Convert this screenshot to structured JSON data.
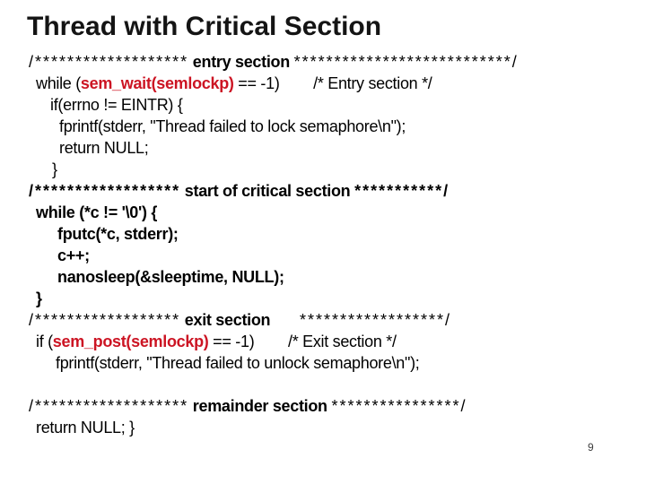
{
  "title": "Thread with Critical Section",
  "page_number": "9",
  "colors": {
    "background": "#ffffff",
    "text": "#000000",
    "accent_red": "#cc1423",
    "page_number_color": "#3c3c3c"
  },
  "code_lines": [
    {
      "indent": 0,
      "segments": [
        {
          "s": "s",
          "t": "/*******************"
        },
        {
          "s": "b",
          "t": " entry section "
        },
        {
          "s": "s",
          "t": "***************************/"
        }
      ]
    },
    {
      "indent": 8,
      "segments": [
        {
          "s": "n",
          "t": "while ("
        },
        {
          "s": "r",
          "t": "sem_wait(semlockp)"
        },
        {
          "s": "n",
          "t": " == -1)        /* Entry section */"
        }
      ]
    },
    {
      "indent": 24,
      "segments": [
        {
          "s": "n",
          "t": "if(errno != EINTR) {"
        }
      ]
    },
    {
      "indent": 34,
      "segments": [
        {
          "s": "n",
          "t": "fprintf(stderr, \"Thread failed to lock semaphore\\n\");"
        }
      ]
    },
    {
      "indent": 34,
      "segments": [
        {
          "s": "n",
          "t": "return NULL;"
        }
      ]
    },
    {
      "indent": 26,
      "segments": [
        {
          "s": "n",
          "t": "}"
        }
      ]
    },
    {
      "indent": 0,
      "segments": [
        {
          "s": "bs",
          "t": "/******************"
        },
        {
          "s": "b",
          "t": " start of critical section "
        },
        {
          "s": "bs",
          "t": "***********/"
        }
      ]
    },
    {
      "indent": 8,
      "segments": [
        {
          "s": "b",
          "t": "while (*c != '\\0') {"
        }
      ]
    },
    {
      "indent": 32,
      "segments": [
        {
          "s": "b",
          "t": "fputc(*c, stderr);"
        }
      ]
    },
    {
      "indent": 32,
      "segments": [
        {
          "s": "b",
          "t": "c++;"
        }
      ]
    },
    {
      "indent": 32,
      "segments": [
        {
          "s": "b",
          "t": "nanosleep(&sleeptime, NULL);"
        }
      ]
    },
    {
      "indent": 8,
      "segments": [
        {
          "s": "b",
          "t": "}"
        }
      ]
    },
    {
      "indent": 0,
      "segments": [
        {
          "s": "s",
          "t": "/******************"
        },
        {
          "s": "b",
          "t": " exit section "
        },
        {
          "s": "s",
          "t": "    ******************/"
        }
      ]
    },
    {
      "indent": 8,
      "segments": [
        {
          "s": "n",
          "t": "if ("
        },
        {
          "s": "r",
          "t": "sem_post(semlockp)"
        },
        {
          "s": "n",
          "t": " == -1)        /* Exit section */"
        }
      ]
    },
    {
      "indent": 30,
      "segments": [
        {
          "s": "n",
          "t": "fprintf(stderr, \"Thread failed to unlock semaphore\\n\");"
        }
      ]
    },
    {
      "indent": 0,
      "segments": []
    },
    {
      "indent": 0,
      "segments": [
        {
          "s": "s",
          "t": "/*******************"
        },
        {
          "s": "b",
          "t": " remainder section "
        },
        {
          "s": "s",
          "t": "****************/"
        }
      ]
    },
    {
      "indent": 8,
      "segments": [
        {
          "s": "n",
          "t": "return NULL; }"
        }
      ]
    }
  ]
}
